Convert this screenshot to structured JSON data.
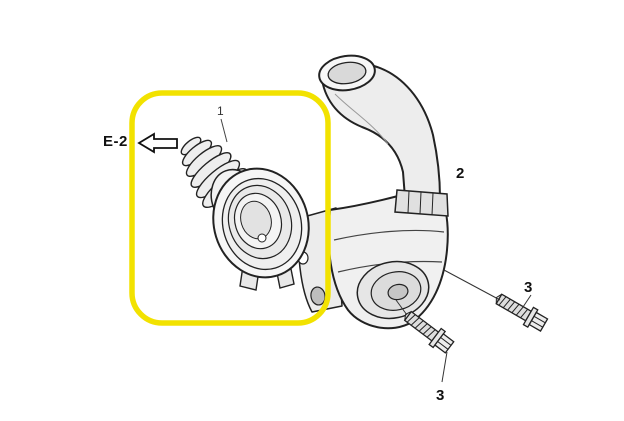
{
  "page": {
    "background": "#ffffff"
  },
  "annotations": {
    "ref_label": "E-2",
    "highlight_color": "#F2E200"
  },
  "callouts": {
    "part1": "1",
    "part2": "2",
    "part3_upper": "3",
    "part3_lower": "3"
  }
}
